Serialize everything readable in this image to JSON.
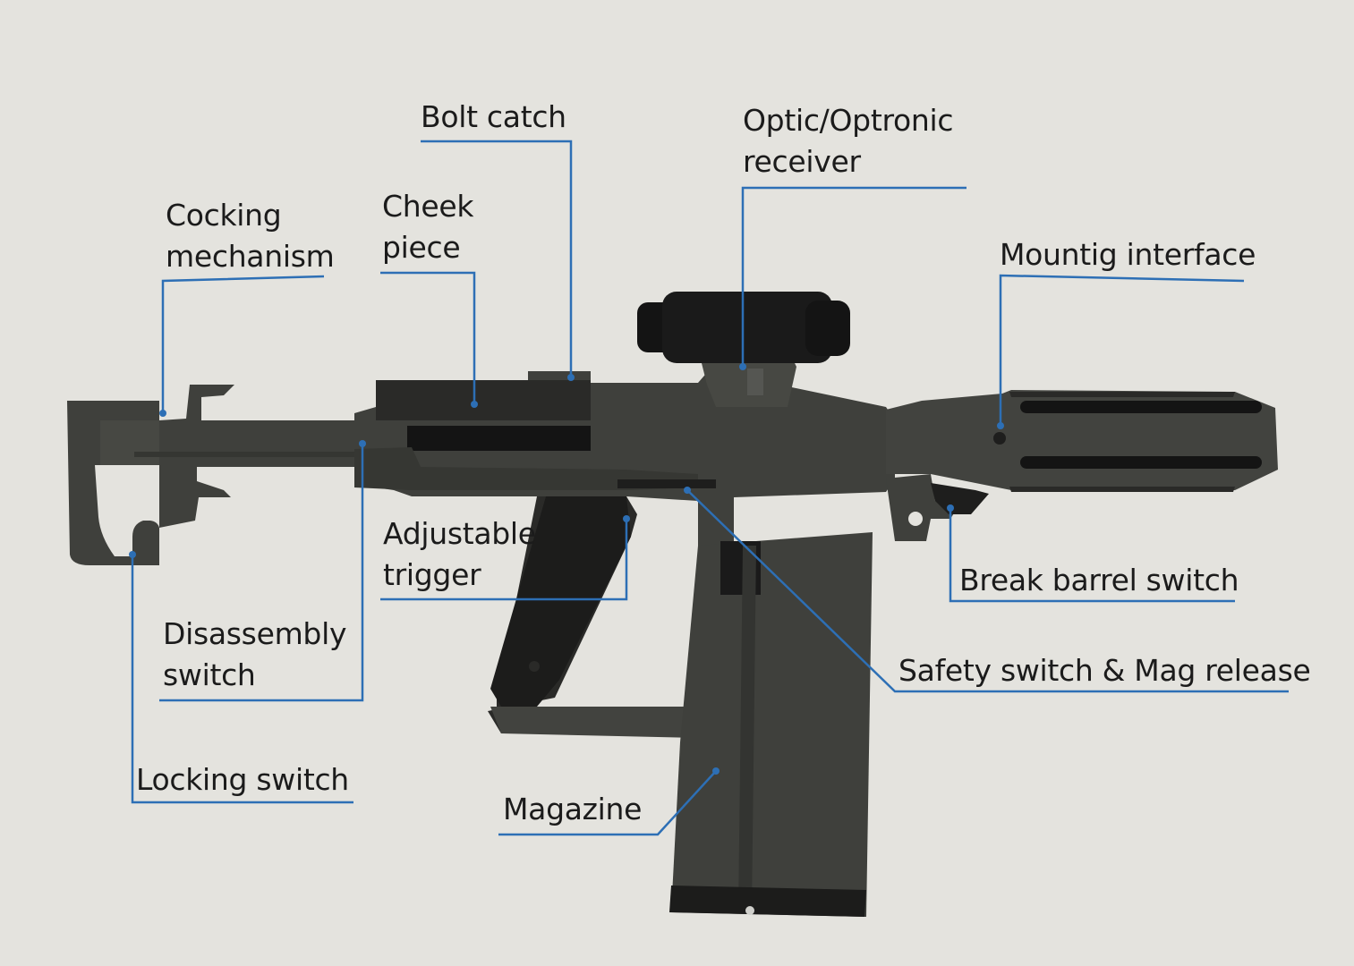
{
  "colors": {
    "background": "#e4e3de",
    "body": "#3f403c",
    "dark": "#2a2a28",
    "black": "#141414",
    "leader": "#2d6fb5",
    "text": "#1b1b1b"
  },
  "labels": {
    "bolt_catch": "Bolt catch",
    "optic_line1": "Optic/Optronic",
    "optic_line2": "receiver",
    "cocking_line1": "Cocking",
    "cocking_line2": "mechanism",
    "cheek_line1": "Cheek",
    "cheek_line2": "piece",
    "mounting_interface": "Mountig interface",
    "adjustable_line1": "Adjustable",
    "adjustable_line2": "trigger",
    "break_barrel_switch": "Break barrel switch",
    "disassembly_line1": "Disassembly",
    "disassembly_line2": "switch",
    "safety_switch": "Safety switch & Mag release",
    "locking_switch": "Locking switch",
    "magazine": "Magazine"
  }
}
